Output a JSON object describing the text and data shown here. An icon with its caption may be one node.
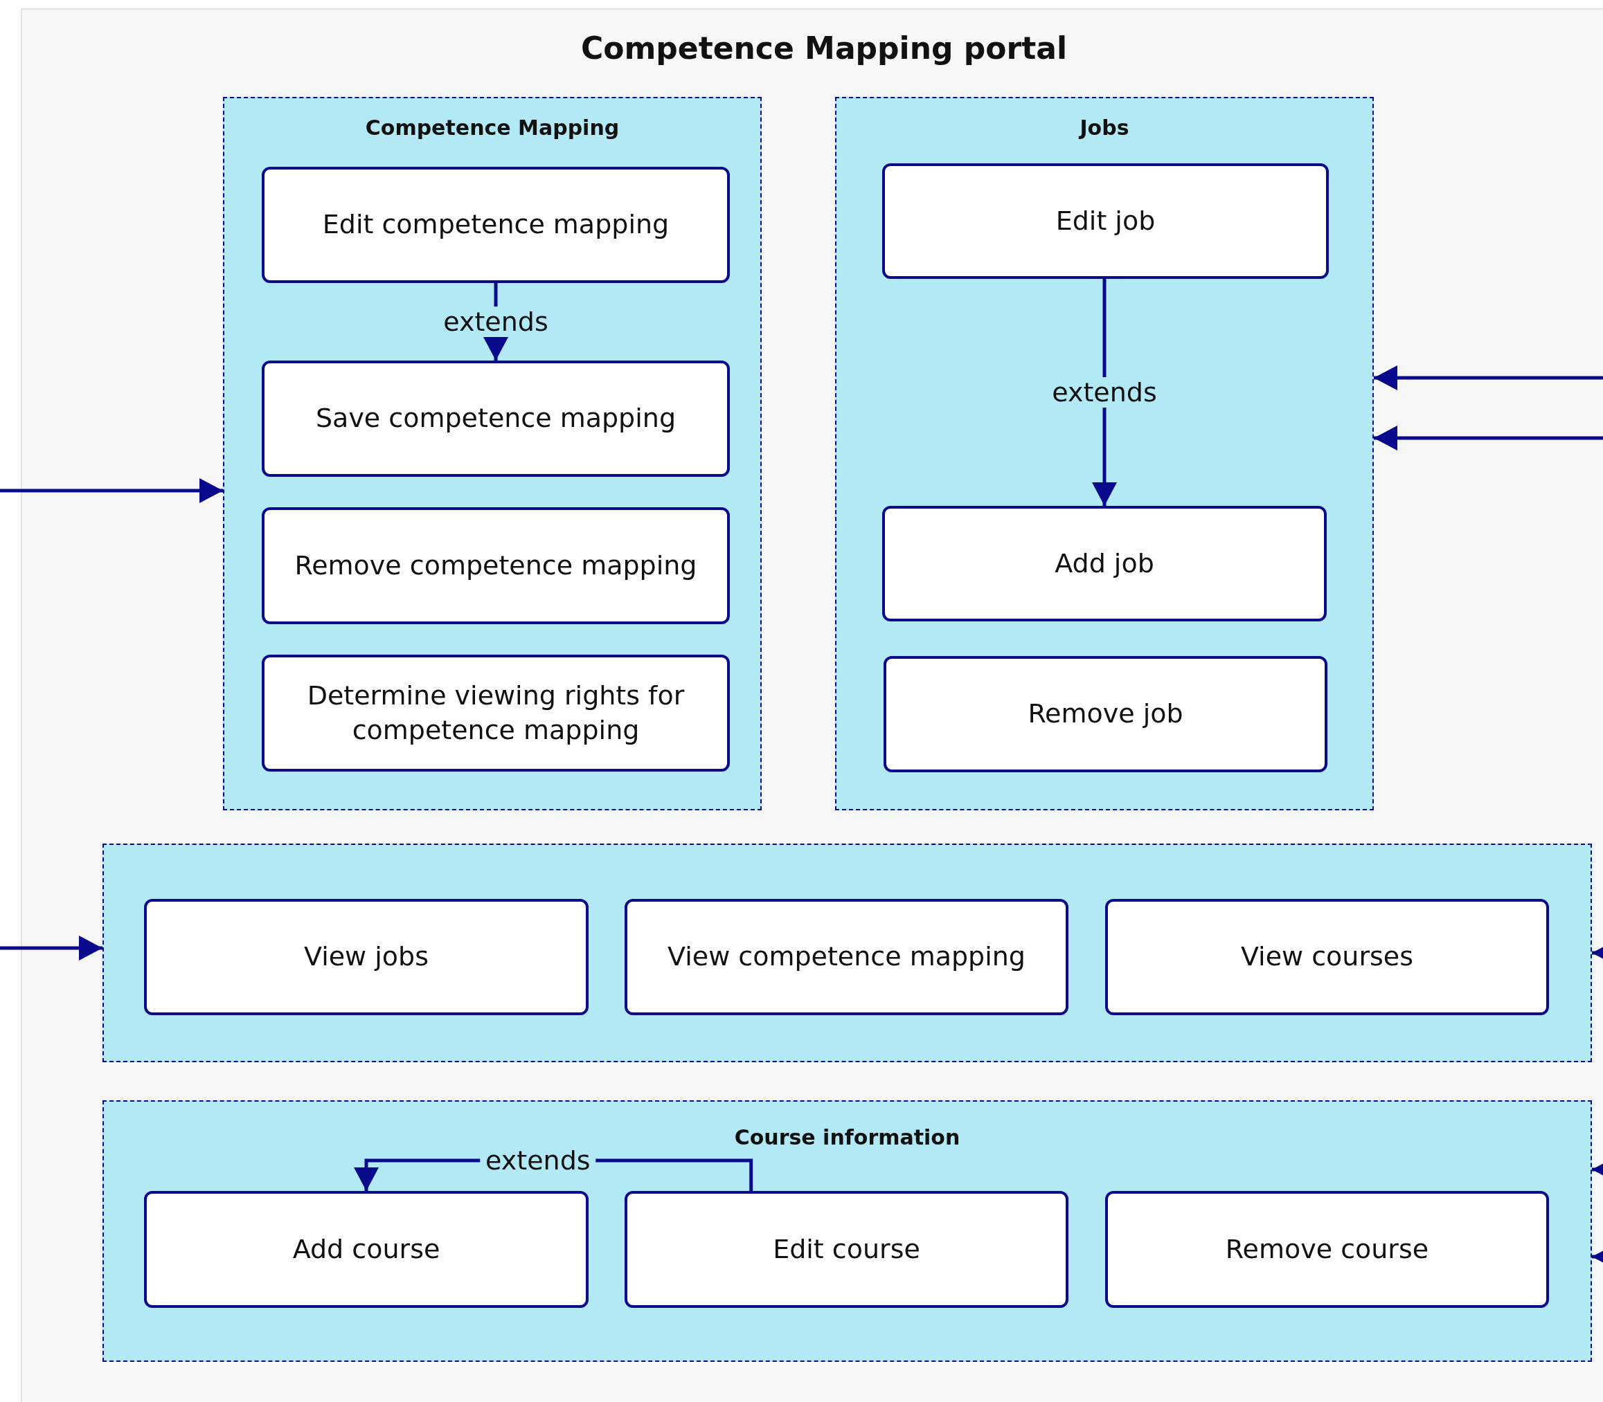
{
  "diagram": {
    "nodes": [
      {
        "text": [
          "Competence Mapping portal"
        ]
      },
      {
        "text": [
          "Competence Mapping"
        ],
        "in": 0
      },
      {
        "text": [
          "Edit competence mapping"
        ],
        "in": 1
      },
      {
        "text": [
          "Save competence mapping"
        ],
        "in": 1
      },
      {
        "text": [
          "Remove competence mapping"
        ],
        "in": 1
      },
      {
        "text": [
          "Determine viewing rights for competence mapping"
        ],
        "in": 1
      },
      {
        "text": [
          "Jobs"
        ],
        "in": 0
      },
      {
        "text": [
          "Edit job"
        ],
        "in": 6
      },
      {
        "text": [
          "Add job"
        ],
        "in": 6
      },
      {
        "text": [
          "Remove job"
        ],
        "in": 6
      },
      {
        "text": [],
        "shape": "box",
        "in": 0
      },
      {
        "text": [
          "View jobs"
        ],
        "in": 10
      },
      {
        "text": [
          "View competence mapping"
        ],
        "in": 10
      },
      {
        "text": [
          "View courses"
        ],
        "in": 10
      },
      {
        "text": [
          "Course information"
        ],
        "in": 0
      },
      {
        "text": [
          "Add course"
        ],
        "in": 14
      },
      {
        "text": [
          "Edit course"
        ],
        "in": 14
      },
      {
        "text": [
          "Remove course"
        ],
        "in": 14
      }
    ],
    "edges": [
      {
        "from": 2,
        "to": 3,
        "arrow": "to",
        "label": "extends"
      },
      {
        "from": 7,
        "to": 8,
        "arrow": "to",
        "label": "extends"
      },
      {
        "from": 16,
        "to": 15,
        "arrow": "to",
        "label": "extends"
      },
      {
        "from": null,
        "to": 1,
        "arrow": "to"
      },
      {
        "from": null,
        "to": 6,
        "arrow": "to"
      },
      {
        "from": null,
        "to": 6,
        "arrow": "to"
      },
      {
        "from": null,
        "to": 10,
        "arrow": "to"
      },
      {
        "from": null,
        "to": 10,
        "arrow": "to"
      },
      {
        "from": null,
        "to": 14,
        "arrow": "to"
      },
      {
        "from": null,
        "to": 14,
        "arrow": "to"
      }
    ]
  }
}
